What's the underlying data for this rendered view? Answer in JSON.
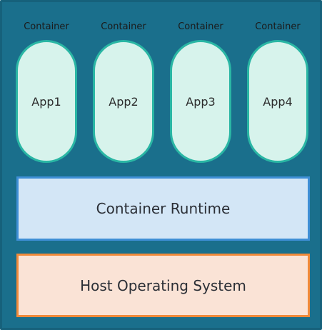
{
  "containers": [
    {
      "label": "Container",
      "app": "App1"
    },
    {
      "label": "Container",
      "app": "App2"
    },
    {
      "label": "Container",
      "app": "App3"
    },
    {
      "label": "Container",
      "app": "App4"
    }
  ],
  "layers": {
    "runtime": "Container Runtime",
    "host": "Host Operating System"
  },
  "colors": {
    "background": "#1a6f8c",
    "pill_fill": "#d7f3ec",
    "pill_stroke": "#2ab6a4",
    "runtime_fill": "#d3e6f6",
    "runtime_stroke": "#3f8fd6",
    "host_fill": "#fae3d6",
    "host_stroke": "#f08a3a"
  }
}
